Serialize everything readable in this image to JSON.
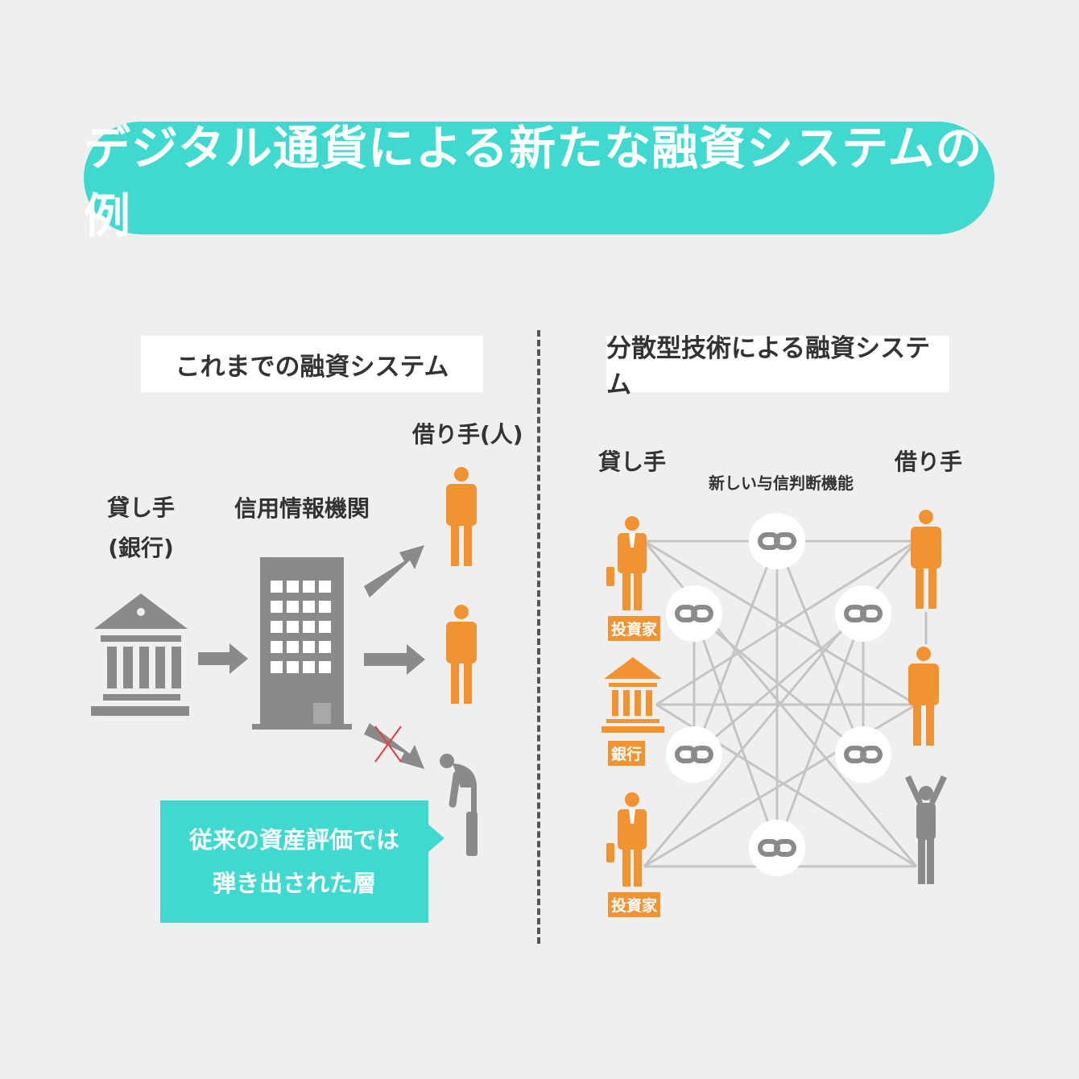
{
  "title": "デジタル通貨による新たな融資システムの例",
  "left": {
    "heading": "これまでの融資システム",
    "lender_line1": "貸し手",
    "lender_line2": "(銀行)",
    "agency": "信用情報機関",
    "borrowers": "借り手(人)",
    "callout_line1": "従来の資産評価では",
    "callout_line2": "弾き出された層"
  },
  "right": {
    "heading": "分散型技術による融資システム",
    "lender": "貸し手",
    "borrower": "借り手",
    "center": "新しい与信判断機能",
    "investor_tag_1": "投資家",
    "bank_tag": "銀行",
    "investor_tag_2": "投資家"
  },
  "colors": {
    "accent": "#40d9cf",
    "orange": "#f29332",
    "gray": "#8a8a8a",
    "line": "#c4c4c4",
    "cross": "#e04040"
  },
  "icons": [
    "bank-icon",
    "office-building-icon",
    "arrow-icon",
    "person-icon",
    "businessman-icon",
    "link-icon",
    "cross-mark-icon"
  ]
}
